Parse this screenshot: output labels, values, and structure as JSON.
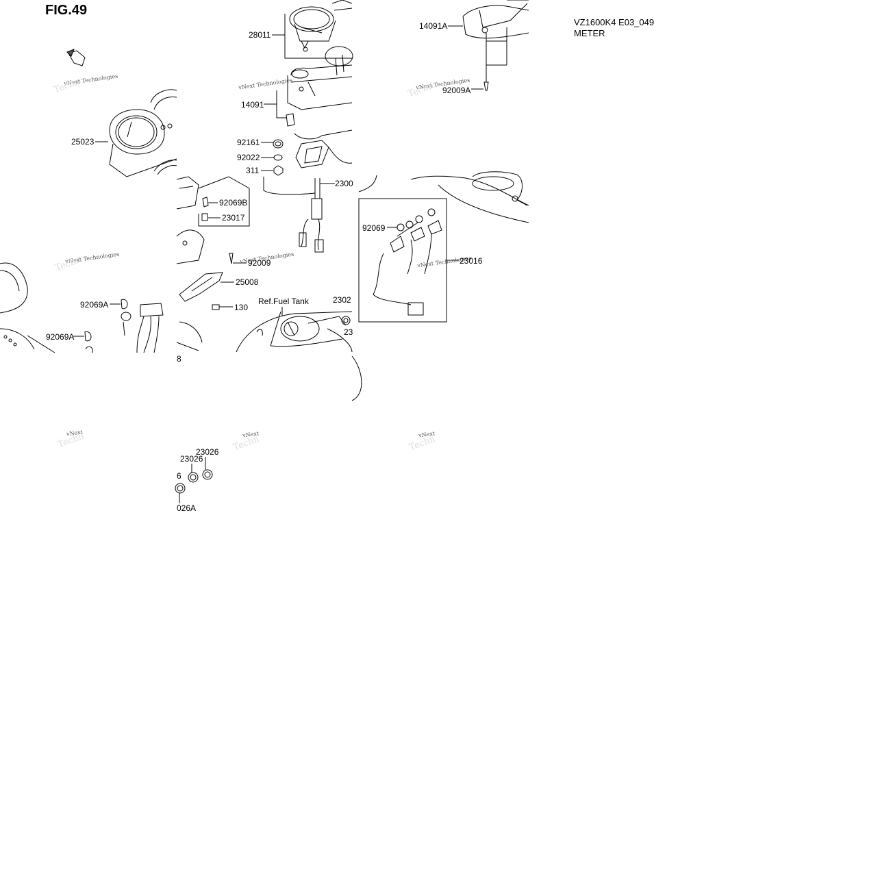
{
  "figure": {
    "title": "FIG.49",
    "model_code": "VZ1600K4 E03_049",
    "section": "METER"
  },
  "part_labels": [
    {
      "id": "p28011",
      "text": "28011"
    },
    {
      "id": "p14091A",
      "text": "14091A"
    },
    {
      "id": "p14091",
      "text": "14091"
    },
    {
      "id": "p92009A_top",
      "text": "92009A"
    },
    {
      "id": "p25023",
      "text": "25023"
    },
    {
      "id": "p92161",
      "text": "92161"
    },
    {
      "id": "p92022",
      "text": "92022"
    },
    {
      "id": "p311",
      "text": "311"
    },
    {
      "id": "p2300",
      "text": "2300"
    },
    {
      "id": "p92069B",
      "text": "92069B"
    },
    {
      "id": "p23017",
      "text": "23017"
    },
    {
      "id": "p92069",
      "text": "92069"
    },
    {
      "id": "p92009_mid",
      "text": "92009"
    },
    {
      "id": "p23016",
      "text": "23016"
    },
    {
      "id": "p25008",
      "text": "25008"
    },
    {
      "id": "p92069A_1",
      "text": "92069A"
    },
    {
      "id": "p130",
      "text": "130"
    },
    {
      "id": "pRefFuel",
      "text": "Ref.Fuel Tank"
    },
    {
      "id": "p2302_right",
      "text": "2302"
    },
    {
      "id": "p23_right",
      "text": "23"
    },
    {
      "id": "p92069A_2",
      "text": "92069A"
    },
    {
      "id": "p8",
      "text": "8"
    },
    {
      "id": "p23026_a",
      "text": "23026"
    },
    {
      "id": "p23026_b",
      "text": "23026"
    },
    {
      "id": "p6",
      "text": "6"
    },
    {
      "id": "p026A",
      "text": "026A"
    }
  ],
  "watermarks": {
    "text": "vNext Technologies",
    "short": "vNext",
    "faint": "Techn"
  },
  "icons": {
    "fwd_arrow": "FWD"
  }
}
